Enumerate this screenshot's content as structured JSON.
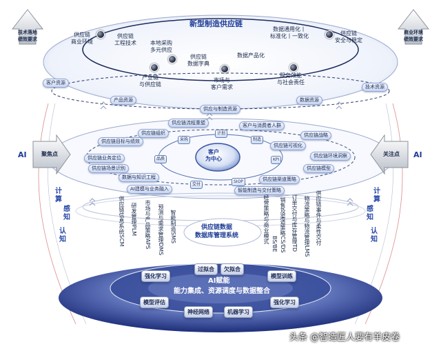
{
  "top": {
    "title": "新型制造供应链",
    "nodes": [
      "供应链\n商业环境",
      "供应链\n工程技术",
      "本地采购\n多元供应",
      "供应链\n数据字典",
      "数据产品化",
      "数据通用化丨\n标准化丨一致化",
      "供应链\n安全与稳定",
      "产业链\n与供应链",
      "市场与\n客户需求",
      "服务效能\n与社会责任"
    ],
    "left_arrow": "技术落地\n绩效要求",
    "right_arrow": "商业环境\n绩效要求"
  },
  "resources": {
    "customer": "客户资源",
    "product": "产品资源",
    "manufacturing": "供应与制造资源",
    "data": "数据资源",
    "technology": "技术资源"
  },
  "middle": {
    "center": "客户\n为中心",
    "chips": [
      "计划",
      "采购",
      "制造",
      "品质",
      "KPI",
      "交付",
      "SIOP"
    ],
    "labels": [
      "供应链流程重塑",
      "客户与消费者人群",
      "供应链组织",
      "供应链战略",
      "供应链目标与绩效",
      "供应链可视化",
      "供应链业务定位",
      "供应链环境洞察",
      "供应链场景识别",
      "供应链模型",
      "数据与知识工程",
      "供应链渠道策略",
      "AI建模与业务融入",
      "智能制造与交付策略"
    ],
    "left_arrow": "聚焦点",
    "right_arrow": "关注点",
    "ai_left": "AI",
    "ai_right": "AI"
  },
  "side_text": {
    "left": [
      "计",
      "算",
      "感",
      "知",
      "认",
      "知"
    ],
    "right": [
      "计",
      "算",
      "感",
      "知",
      "认",
      "知"
    ]
  },
  "db": {
    "title": "供应链数据\n数据库管理系统",
    "left_columns": [
      "供应链信息系统SCM",
      "研发管理PLM",
      "市场与产品策略APS",
      "预测与需求管理DMS",
      "智能制造SMS"
    ],
    "right_columns": [
      "经营策略与商业模式",
      "BS/BE",
      "销售及渠道策略CS/DS",
      "订单交付与库存管理TD",
      "物流策略与物流管理LMS",
      "供应链事件与柔性交付"
    ]
  },
  "bottom": {
    "title": "AI赋能",
    "subtitle": "能力集成、资源调度与数据整合",
    "segments": [
      "过拟合",
      "欠拟合",
      "强化学习",
      "模型训练",
      "模型评估",
      "强化学习",
      "神经网络",
      "机器学习"
    ]
  },
  "watermark": "头条 @智造匠人要有羊皮卷"
}
